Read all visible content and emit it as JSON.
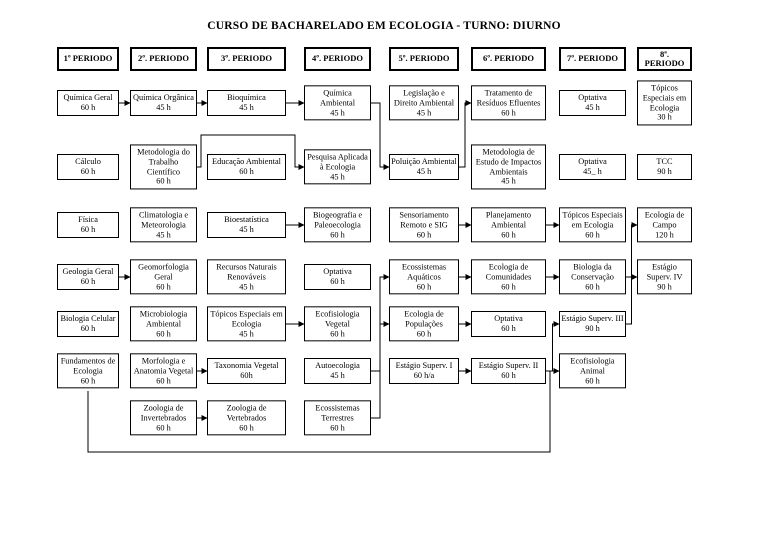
{
  "title": "CURSO DE BACHARELADO EM ECOLOGIA - TURNO: DIURNO",
  "colors": {
    "border": "#000000",
    "background": "#ffffff",
    "text": "#000000"
  },
  "periods": [
    {
      "header": "1º PERIODO",
      "courses": [
        {
          "id": "quimica-geral",
          "label": "Química Geral",
          "hours": "60 h",
          "row": 1
        },
        {
          "id": "calculo",
          "label": "Cálculo",
          "hours": "60 h",
          "row": 2
        },
        {
          "id": "fisica",
          "label": "Física",
          "hours": "60 h",
          "row": 3
        },
        {
          "id": "geologia-geral",
          "label": "Geologia Geral",
          "hours": "60 h",
          "row": 4
        },
        {
          "id": "biologia-celular",
          "label": "Biologia Celular",
          "hours": "60 h",
          "row": 5
        },
        {
          "id": "fundamentos-ecologia",
          "label": "Fundamentos de Ecologia",
          "hours": "60 h",
          "row": 6
        }
      ]
    },
    {
      "header": "2º. PERIODO",
      "courses": [
        {
          "id": "quimica-organica",
          "label": "Química Orgânica",
          "hours": "45 h",
          "row": 1
        },
        {
          "id": "metodologia-trabalho",
          "label": "Metodologia do Trabalho Científico",
          "hours": "60 h",
          "row": 2
        },
        {
          "id": "climatologia-meteorologia",
          "label": "Climatologia e Meteorologia",
          "hours": "45 h",
          "row": 3
        },
        {
          "id": "geomorfologia-geral",
          "label": "Geomorfologia Geral",
          "hours": "60 h",
          "row": 4
        },
        {
          "id": "microbiologia-ambiental",
          "label": "Microbiologia Ambiental",
          "hours": "60 h",
          "row": 5
        },
        {
          "id": "morfologia-anatomia",
          "label": "Morfologia e Anatomia Vegetal",
          "hours": "60 h",
          "row": 6
        },
        {
          "id": "zoologia-invertebrados",
          "label": "Zoologia de Invertebrados",
          "hours": "60 h",
          "row": 7
        }
      ]
    },
    {
      "header": "3º. PERIODO",
      "courses": [
        {
          "id": "bioquimica",
          "label": "Bioquímica",
          "hours": "45 h",
          "row": 1
        },
        {
          "id": "educacao-ambiental",
          "label": "Educação Ambiental",
          "hours": "60 h",
          "row": 2
        },
        {
          "id": "bioestatistica",
          "label": "Bioestatística",
          "hours": "45 h",
          "row": 3
        },
        {
          "id": "recursos-naturais",
          "label": "Recursos Naturais Renováveis",
          "hours": "45 h",
          "row": 4
        },
        {
          "id": "topicos-3",
          "label": "Tópicos Especiais em Ecologia",
          "hours": "45 h",
          "row": 5
        },
        {
          "id": "taxonomia-vegetal",
          "label": "Taxonomia Vegetal",
          "hours": "60h",
          "row": 6
        },
        {
          "id": "zoologia-vertebrados",
          "label": "Zoologia de Vertebrados",
          "hours": "60 h",
          "row": 7
        }
      ]
    },
    {
      "header": "4º. PERIODO",
      "courses": [
        {
          "id": "quimica-ambiental",
          "label": "Química Ambiental",
          "hours": "45 h",
          "row": 1
        },
        {
          "id": "pesquisa-aplicada",
          "label": "Pesquisa Aplicada à Ecologia",
          "hours": "45 h",
          "row": 2
        },
        {
          "id": "biogeografia-paleoecologia",
          "label": "Biogeografia e Paleoecologia",
          "hours": "60 h",
          "row": 3
        },
        {
          "id": "optativa-4",
          "label": "Optativa",
          "hours": "60 h",
          "row": 4
        },
        {
          "id": "ecofisiologia-vegetal",
          "label": "Ecofisiologia Vegetal",
          "hours": "60 h",
          "row": 5
        },
        {
          "id": "autoecologia",
          "label": "Autoecologia",
          "hours": "45 h",
          "row": 6
        },
        {
          "id": "ecossistemas-terrestres",
          "label": "Ecossistemas Terrestres",
          "hours": "60 h",
          "row": 7
        }
      ]
    },
    {
      "header": "5º. PERIODO",
      "courses": [
        {
          "id": "legislacao-direito",
          "label": "Legislação e Direito Ambiental",
          "hours": "45 h",
          "row": 1
        },
        {
          "id": "poluicao-ambiental",
          "label": "Poluição Ambiental",
          "hours": "45 h",
          "row": 2
        },
        {
          "id": "sensoriamento-sig",
          "label": "Sensoriamento Remoto e SIG",
          "hours": "60 h",
          "row": 3
        },
        {
          "id": "ecossistemas-aquaticos",
          "label": "Ecossistemas Aquáticos",
          "hours": "60 h",
          "row": 4
        },
        {
          "id": "ecologia-populacoes",
          "label": "Ecologia de Populações",
          "hours": "60 h",
          "row": 5
        },
        {
          "id": "estagio-1",
          "label": "Estágio Superv. I",
          "hours": "60 h/a",
          "row": 6
        }
      ]
    },
    {
      "header": "6º. PERIODO",
      "courses": [
        {
          "id": "tratamento-residuos",
          "label": "Tratamento de Resíduos Efluentes",
          "hours": "60 h",
          "row": 1
        },
        {
          "id": "metodologia-impactos",
          "label": "Metodologia de Estudo de Impactos Ambientais",
          "hours": "45 h",
          "row": 2
        },
        {
          "id": "planejamento-ambiental",
          "label": "Planejamento Ambiental",
          "hours": "60 h",
          "row": 3
        },
        {
          "id": "ecologia-comunidades",
          "label": "Ecologia de Comunidades",
          "hours": "60 h",
          "row": 4
        },
        {
          "id": "optativa-6",
          "label": "Optativa",
          "hours": "60 h",
          "row": 5
        },
        {
          "id": "estagio-2",
          "label": "Estágio Superv. II",
          "hours": "60 h",
          "row": 6
        }
      ]
    },
    {
      "header": "7º. PERIODO",
      "courses": [
        {
          "id": "optativa-7a",
          "label": "Optativa",
          "hours": "45 h",
          "row": 1
        },
        {
          "id": "optativa-7b",
          "label": "Optativa",
          "hours": "45_ h",
          "row": 2
        },
        {
          "id": "topicos-7",
          "label": "Tópicos Especiais em Ecologia",
          "hours": "60 h",
          "row": 3
        },
        {
          "id": "biologia-conservacao",
          "label": "Biologia da Conservação",
          "hours": "60 h",
          "row": 4
        },
        {
          "id": "estagio-3",
          "label": "Estágio Superv. III",
          "hours": "90 h",
          "row": 5
        },
        {
          "id": "ecofisiologia-animal",
          "label": "Ecofisiologia Animal",
          "hours": "60 h",
          "row": 6
        }
      ]
    },
    {
      "header": "8ª. PERIODO",
      "courses": [
        {
          "id": "topicos-8",
          "label": "Tópicos Especiais em Ecologia",
          "hours": "30 h",
          "row": 1
        },
        {
          "id": "tcc",
          "label": "TCC",
          "hours": "90 h",
          "row": 2
        },
        {
          "id": "ecologia-campo",
          "label": "Ecologia de Campo",
          "hours": "120 h",
          "row": 3
        },
        {
          "id": "estagio-4",
          "label": "Estágio Superv. IV",
          "hours": "90 h",
          "row": 4
        }
      ]
    }
  ],
  "edges": [
    {
      "from": "quimica-geral",
      "to": "quimica-organica"
    },
    {
      "from": "quimica-organica",
      "to": "bioquimica"
    },
    {
      "from": "bioquimica",
      "to": "quimica-ambiental"
    },
    {
      "from": "quimica-ambiental",
      "to": "poluicao-ambiental"
    },
    {
      "from": "poluicao-ambiental",
      "to": "tratamento-residuos"
    },
    {
      "from": "metodologia-trabalho",
      "to": "pesquisa-aplicada"
    },
    {
      "from": "bioestatistica",
      "to": "biogeografia-paleoecologia"
    },
    {
      "from": "geologia-geral",
      "to": "geomorfologia-geral"
    },
    {
      "from": "morfologia-anatomia",
      "to": "taxonomia-vegetal"
    },
    {
      "from": "zoologia-invertebrados",
      "to": "zoologia-vertebrados"
    },
    {
      "from": "topicos-3",
      "to": "ecofisiologia-vegetal"
    },
    {
      "from": "autoecologia",
      "to": "ecologia-populacoes"
    },
    {
      "from": "ecossistemas-terrestres",
      "to": "ecossistemas-aquaticos"
    },
    {
      "from": "sensoriamento-sig",
      "to": "planejamento-ambiental"
    },
    {
      "from": "ecossistemas-aquaticos",
      "to": "ecologia-comunidades"
    },
    {
      "from": "ecologia-populacoes",
      "to": "optativa-6"
    },
    {
      "from": "estagio-1",
      "to": "estagio-2"
    },
    {
      "from": "estagio-2",
      "to": "estagio-3"
    },
    {
      "from": "estagio-3",
      "to": "estagio-4"
    },
    {
      "from": "ecologia-comunidades",
      "to": "biologia-conservacao"
    },
    {
      "from": "planejamento-ambiental",
      "to": "topicos-7"
    },
    {
      "from": "biologia-conservacao",
      "to": "ecologia-campo"
    },
    {
      "from": "fundamentos-ecologia",
      "to": "ecofisiologia-animal"
    }
  ]
}
